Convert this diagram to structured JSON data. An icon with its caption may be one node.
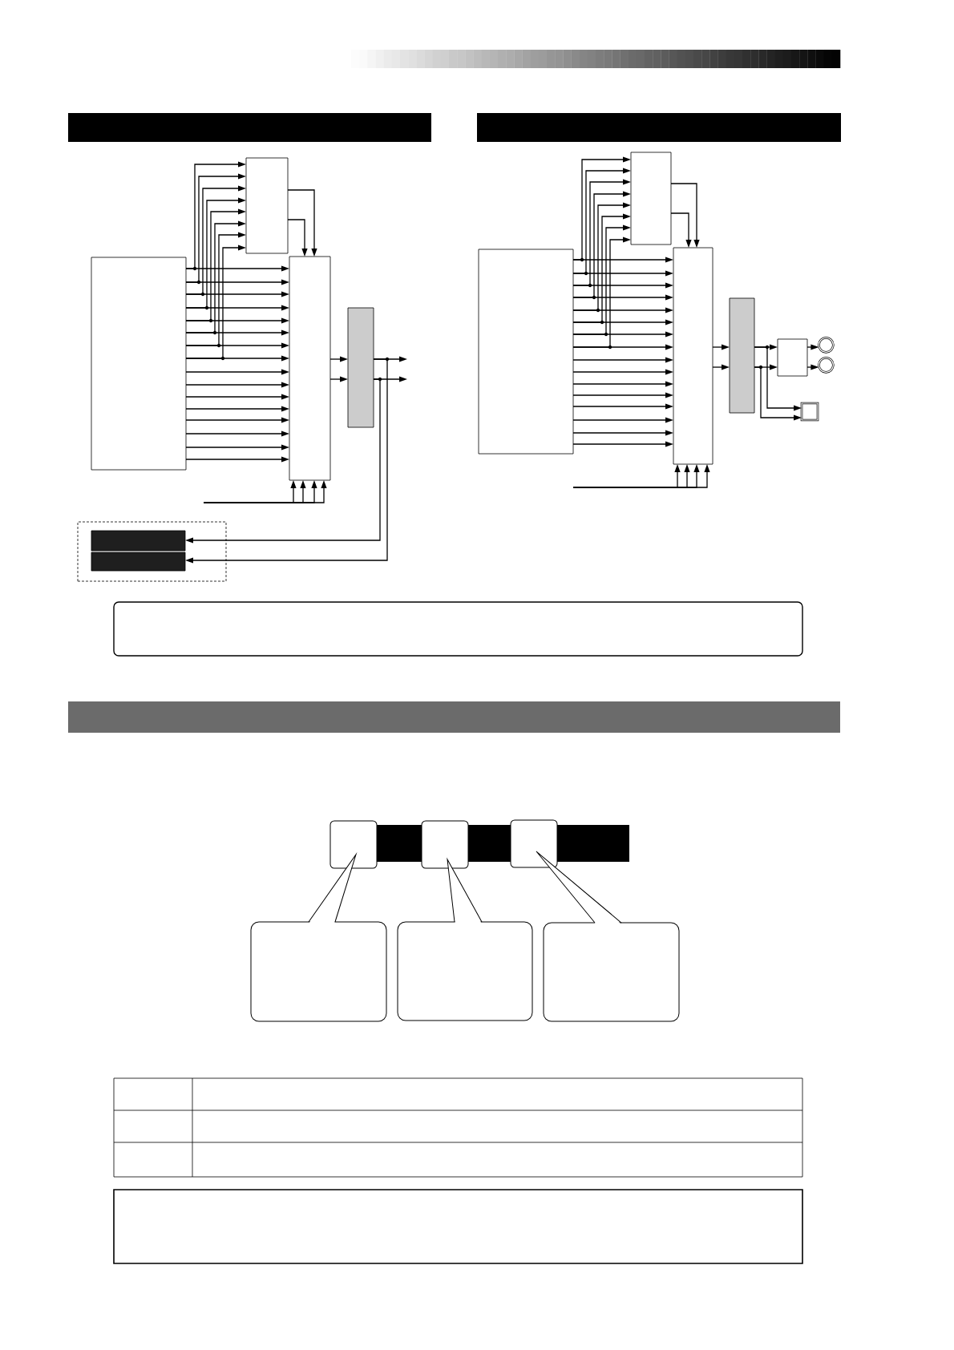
{
  "diagram": {
    "nodes": [
      {
        "text": [],
        "shape": "box"
      },
      {
        "text": [],
        "shape": "box"
      },
      {
        "text": [],
        "shape": "box"
      },
      {
        "text": [],
        "shape": "box"
      },
      {
        "text": [],
        "shape": "box"
      },
      {
        "text": [],
        "shape": "box",
        "in": 4
      },
      {
        "text": [],
        "shape": "box",
        "in": 4
      },
      {
        "text": [],
        "shape": "box"
      },
      {
        "text": [],
        "shape": "box"
      },
      {
        "text": [],
        "shape": "box"
      },
      {
        "text": [],
        "shape": "box"
      },
      {
        "text": [],
        "shape": "box"
      },
      {
        "text": [],
        "shape": "circle"
      },
      {
        "text": [],
        "shape": "circle"
      },
      {
        "text": [],
        "shape": "box"
      },
      {
        "text": [],
        "shape": "bar"
      },
      {
        "text": [],
        "shape": "bar"
      },
      {
        "text": [],
        "shape": "bar"
      },
      {
        "text": [],
        "shape": "box"
      },
      {
        "text": [],
        "shape": "bar"
      },
      {
        "text": [],
        "shape": "bar"
      },
      {
        "text": [],
        "shape": "box"
      },
      {
        "text": [],
        "shape": "box"
      },
      {
        "text": [],
        "shape": "box"
      },
      {
        "text": [],
        "shape": "box"
      },
      {
        "text": [],
        "shape": "box"
      },
      {
        "text": [],
        "shape": "box"
      },
      {
        "text": [],
        "shape": "box"
      },
      {
        "text": [],
        "shape": "box"
      }
    ],
    "edges": [
      {
        "from": 0,
        "to": 2,
        "arrow": "to"
      },
      {
        "from": 0,
        "to": 2,
        "arrow": "to"
      },
      {
        "from": 0,
        "to": 2,
        "arrow": "to"
      },
      {
        "from": 0,
        "to": 2,
        "arrow": "to"
      },
      {
        "from": 0,
        "to": 2,
        "arrow": "to"
      },
      {
        "from": 0,
        "to": 2,
        "arrow": "to"
      },
      {
        "from": 0,
        "to": 2,
        "arrow": "to"
      },
      {
        "from": 0,
        "to": 2,
        "arrow": "to"
      },
      {
        "from": 0,
        "to": 2,
        "arrow": "to"
      },
      {
        "from": 0,
        "to": 2,
        "arrow": "to"
      },
      {
        "from": 0,
        "to": 2,
        "arrow": "to"
      },
      {
        "from": 0,
        "to": 2,
        "arrow": "to"
      },
      {
        "from": 0,
        "to": 2,
        "arrow": "to"
      },
      {
        "from": 0,
        "to": 2,
        "arrow": "to"
      },
      {
        "from": 0,
        "to": 2,
        "arrow": "to"
      },
      {
        "from": 0,
        "to": 2,
        "arrow": "to"
      },
      {
        "from": 0,
        "to": 1,
        "arrow": "to"
      },
      {
        "from": 0,
        "to": 1,
        "arrow": "to"
      },
      {
        "from": 0,
        "to": 1,
        "arrow": "to"
      },
      {
        "from": 0,
        "to": 1,
        "arrow": "to"
      },
      {
        "from": 0,
        "to": 1,
        "arrow": "to"
      },
      {
        "from": 0,
        "to": 1,
        "arrow": "to"
      },
      {
        "from": 0,
        "to": 1,
        "arrow": "to"
      },
      {
        "from": 0,
        "to": 1,
        "arrow": "to"
      },
      {
        "from": 1,
        "to": 2,
        "arrow": "to"
      },
      {
        "from": 1,
        "to": 2,
        "arrow": "to"
      },
      {
        "from": null,
        "to": 2,
        "arrow": "to"
      },
      {
        "from": null,
        "to": 2,
        "arrow": "to"
      },
      {
        "from": null,
        "to": 2,
        "arrow": "to"
      },
      {
        "from": null,
        "to": 2,
        "arrow": "to"
      },
      {
        "from": 2,
        "to": 3,
        "arrow": "to"
      },
      {
        "from": 2,
        "to": 3,
        "arrow": "to"
      },
      {
        "from": 3,
        "to": null,
        "arrow": "to"
      },
      {
        "from": 3,
        "to": null,
        "arrow": "to"
      },
      {
        "from": 3,
        "to": 6,
        "arrow": "to"
      },
      {
        "from": 3,
        "to": 5,
        "arrow": "to"
      },
      {
        "from": 7,
        "to": 9,
        "arrow": "to"
      },
      {
        "from": 7,
        "to": 9,
        "arrow": "to"
      },
      {
        "from": 7,
        "to": 9,
        "arrow": "to"
      },
      {
        "from": 7,
        "to": 9,
        "arrow": "to"
      },
      {
        "from": 7,
        "to": 9,
        "arrow": "to"
      },
      {
        "from": 7,
        "to": 9,
        "arrow": "to"
      },
      {
        "from": 7,
        "to": 9,
        "arrow": "to"
      },
      {
        "from": 7,
        "to": 9,
        "arrow": "to"
      },
      {
        "from": 7,
        "to": 9,
        "arrow": "to"
      },
      {
        "from": 7,
        "to": 9,
        "arrow": "to"
      },
      {
        "from": 7,
        "to": 9,
        "arrow": "to"
      },
      {
        "from": 7,
        "to": 9,
        "arrow": "to"
      },
      {
        "from": 7,
        "to": 9,
        "arrow": "to"
      },
      {
        "from": 7,
        "to": 9,
        "arrow": "to"
      },
      {
        "from": 7,
        "to": 9,
        "arrow": "to"
      },
      {
        "from": 7,
        "to": 9,
        "arrow": "to"
      },
      {
        "from": 7,
        "to": 8,
        "arrow": "to"
      },
      {
        "from": 7,
        "to": 8,
        "arrow": "to"
      },
      {
        "from": 7,
        "to": 8,
        "arrow": "to"
      },
      {
        "from": 7,
        "to": 8,
        "arrow": "to"
      },
      {
        "from": 7,
        "to": 8,
        "arrow": "to"
      },
      {
        "from": 7,
        "to": 8,
        "arrow": "to"
      },
      {
        "from": 7,
        "to": 8,
        "arrow": "to"
      },
      {
        "from": 7,
        "to": 8,
        "arrow": "to"
      },
      {
        "from": 8,
        "to": 9,
        "arrow": "to"
      },
      {
        "from": 8,
        "to": 9,
        "arrow": "to"
      },
      {
        "from": null,
        "to": 9,
        "arrow": "to"
      },
      {
        "from": null,
        "to": 9,
        "arrow": "to"
      },
      {
        "from": null,
        "to": 9,
        "arrow": "to"
      },
      {
        "from": null,
        "to": 9,
        "arrow": "to"
      },
      {
        "from": 9,
        "to": 10,
        "arrow": "to"
      },
      {
        "from": 9,
        "to": 10,
        "arrow": "to"
      },
      {
        "from": 10,
        "to": 11,
        "arrow": "to"
      },
      {
        "from": 10,
        "to": 11,
        "arrow": "to"
      },
      {
        "from": 11,
        "to": 12,
        "arrow": "to"
      },
      {
        "from": 11,
        "to": 13,
        "arrow": "to"
      },
      {
        "from": 10,
        "to": 14,
        "arrow": "to"
      },
      {
        "from": 10,
        "to": 14,
        "arrow": "to"
      }
    ]
  }
}
